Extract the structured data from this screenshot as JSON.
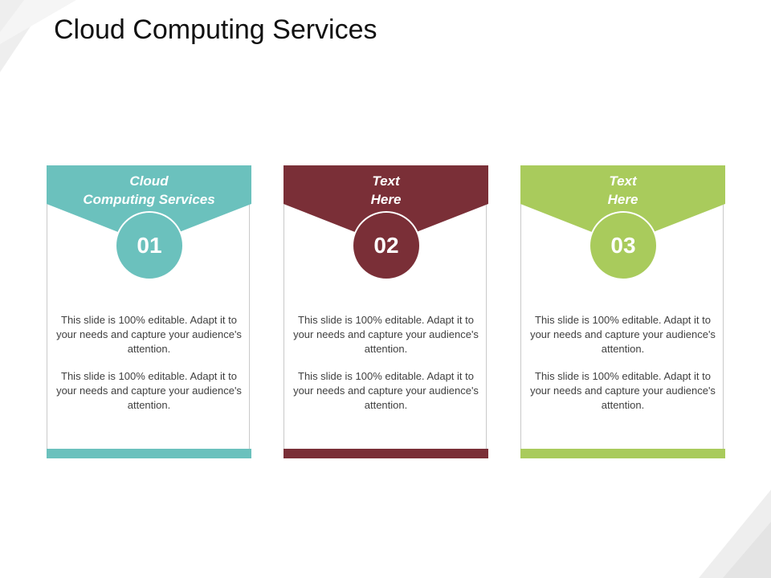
{
  "slide": {
    "title": "Cloud Computing Services"
  },
  "cards": [
    {
      "number": "01",
      "heading": "Cloud\nComputing Services",
      "color": "#6bc1bd",
      "para1": "This slide is 100% editable. Adapt it to your needs and capture your audience's attention.",
      "para2": "This slide is 100% editable. Adapt it to your needs and capture your audience's attention."
    },
    {
      "number": "02",
      "heading": "Text\nHere",
      "color": "#7a2f37",
      "para1": "This slide is 100% editable. Adapt it to your needs and capture your audience's attention.",
      "para2": "This slide is 100% editable. Adapt it to your needs and capture your audience's attention."
    },
    {
      "number": "03",
      "heading": "Text\nHere",
      "color": "#a9cb5c",
      "para1": "This slide is 100% editable. Adapt it to your needs and capture your audience's attention.",
      "para2": "This slide is 100% editable. Adapt it to your needs and capture your audience's attention."
    }
  ]
}
